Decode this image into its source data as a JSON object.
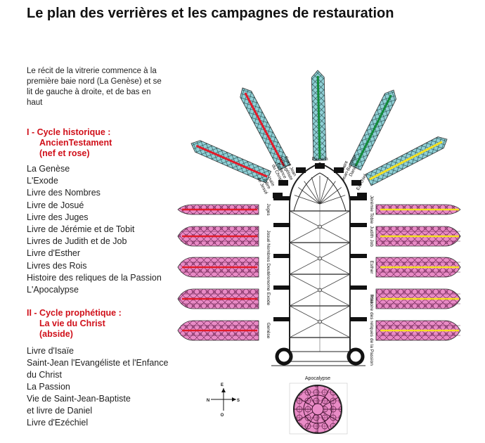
{
  "title": "Le plan des verrières et les campagnes de restauration",
  "intro": "Le récit de la vitrerie commence à la première baie nord (La Genèse) et se lit de gauche à droite, et de bas en haut",
  "cycle1": {
    "line1": "I - Cycle historique :",
    "line2": "AncienTestament",
    "line3": "(nef et rose)"
  },
  "cycle1_items": [
    "La Genèse",
    "L'Exode",
    "Livre des Nombres",
    "Livre de Josué",
    "Livre des Juges",
    "Livre de Jérémie et de Tobit",
    "Livres de Judith et de Job",
    "Livre d'Esther",
    "Livres des Rois",
    "Histoire des reliques de la Passion",
    "L'Apocalypse"
  ],
  "cycle2": {
    "line1": "II - Cycle prophétique :",
    "line2": "La vie du Christ",
    "line3": "(abside)"
  },
  "cycle2_items": [
    "Livre d'Isaïe",
    "Saint-Jean l'Evangéliste et l'Enfance",
    "du Christ",
    "La Passion",
    "Vie de Saint-Jean-Baptiste",
    "et livre de Daniel",
    "Livre d'Ezéchiel"
  ],
  "plan": {
    "apse": [
      {
        "lines": [
          "Isaïe",
          "Arbre",
          "de Jessé"
        ],
        "stripe": "#e21b2a"
      },
      {
        "lines": [
          "Saint Jean",
          "l'Evangéliste",
          "Enfance",
          "du Christ"
        ],
        "stripe": "#e21b2a"
      },
      {
        "lines": [
          "Passion"
        ],
        "stripe": "#138a3a"
      },
      {
        "lines": [
          "Saint",
          "Jean-Baptiste",
          "Daniel"
        ],
        "stripe": "#138a3a"
      },
      {
        "lines": [
          "Ezéchiel"
        ],
        "stripe": "#f4e020"
      }
    ],
    "north": [
      {
        "label": "Juges",
        "stripe": "#e21b2a"
      },
      {
        "label": "Josué",
        "stripe": "#e21b2a"
      },
      {
        "label": "Nombres Deutéronome",
        "stripe": "#e21b2a"
      },
      {
        "label": "Exode",
        "stripe": "#e21b2a"
      },
      {
        "label": "Genèse",
        "stripe": "#e21b2a"
      }
    ],
    "south": [
      {
        "label": "Jérémie Tobie",
        "stripe": "#f4e020"
      },
      {
        "label": "Judith Job",
        "stripe": "#f4e020"
      },
      {
        "label": "Esther",
        "stripe": "#f4e020"
      },
      {
        "label": "Rois",
        "stripe": "#f4e020"
      },
      {
        "label": "Histoire des reliques de la Passion",
        "stripe": "#f4e020"
      }
    ],
    "rose_label": "Apocalypse",
    "compass": {
      "n": "N",
      "s": "S",
      "e": "E",
      "o": "O"
    },
    "colors": {
      "glass_pink": "#e87fc0",
      "glass_blue": "#8ecfd4",
      "frame": "#222222"
    }
  }
}
